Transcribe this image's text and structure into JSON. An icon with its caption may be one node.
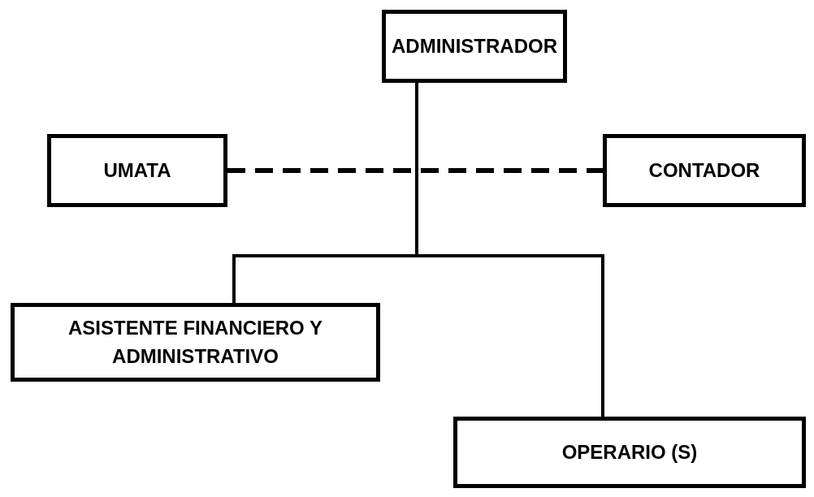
{
  "diagram": {
    "nodes": [
      {
        "text": [
          "ADMINISTRADOR"
        ]
      },
      {
        "text": [
          "UMATA"
        ]
      },
      {
        "text": [
          "CONTADOR"
        ]
      },
      {
        "text": [
          "ASISTENTE FINANCIERO Y ADMINISTRATIVO"
        ]
      },
      {
        "text": [
          "OPERARIO (S)"
        ]
      }
    ],
    "edges": [
      {
        "from": 0,
        "to": 3,
        "arrow": "none"
      },
      {
        "from": 0,
        "to": 4,
        "arrow": "none"
      },
      {
        "from": 1,
        "to": 2,
        "arrow": "none",
        "style": "dashed"
      }
    ]
  }
}
